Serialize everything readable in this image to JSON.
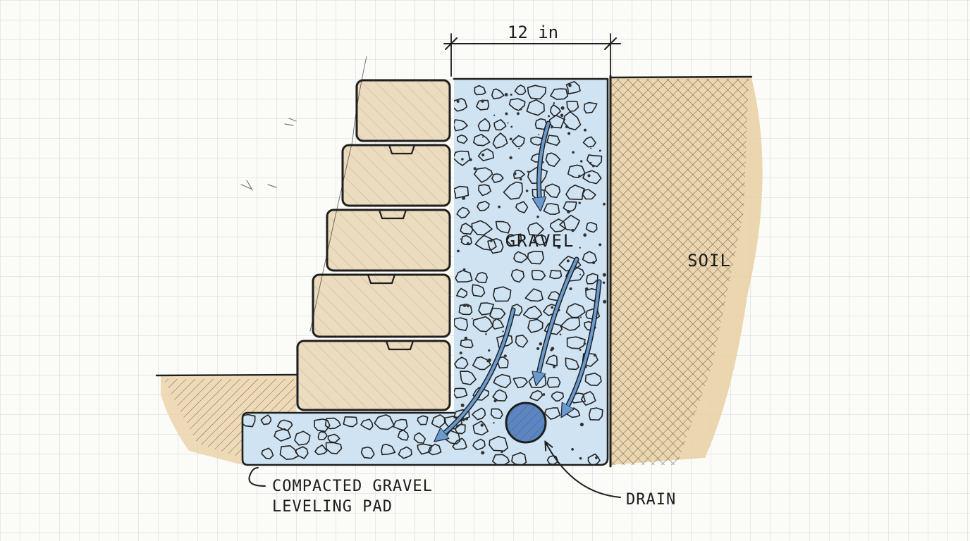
{
  "labels": {
    "dimension": "12 in",
    "gravel": "GRAVEL",
    "soil": "SOIL",
    "pad_line1": "COMPACTED GRAVEL",
    "pad_line2": "LEVELING PAD",
    "drain": "DRAIN"
  },
  "colors": {
    "paper": "#fbfbf8",
    "grid": "#cfd6dc",
    "block": "#ecdcbf",
    "soil": "#e9cfa2",
    "gravel": "#cfe3f2",
    "pipe": "#5b86c2",
    "arrow": "#6a9bd0",
    "ink": "#1e1e1e"
  }
}
